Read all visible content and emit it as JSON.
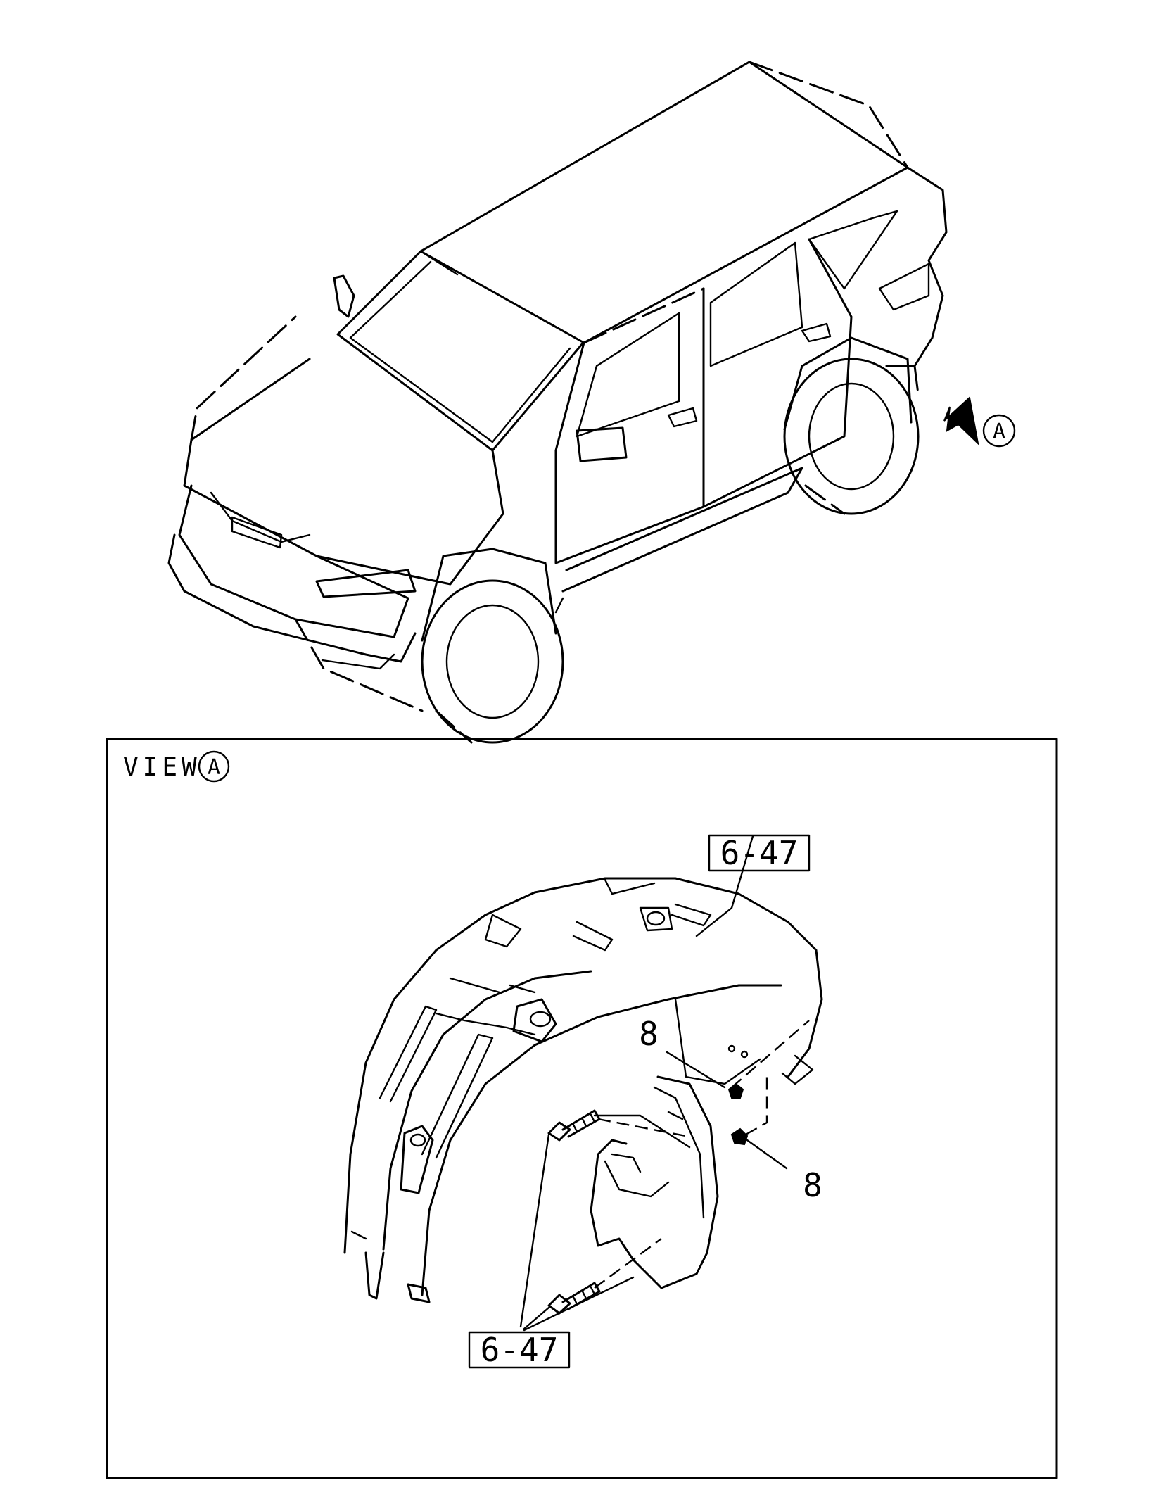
{
  "view_marker": {
    "letter": "A"
  },
  "detail_panel": {
    "view_word": "VIEW",
    "view_letter": "A"
  },
  "callouts": {
    "ref_top": "6-47",
    "ref_bottom": "6-47",
    "part_upper": "8",
    "part_lower": "8"
  }
}
